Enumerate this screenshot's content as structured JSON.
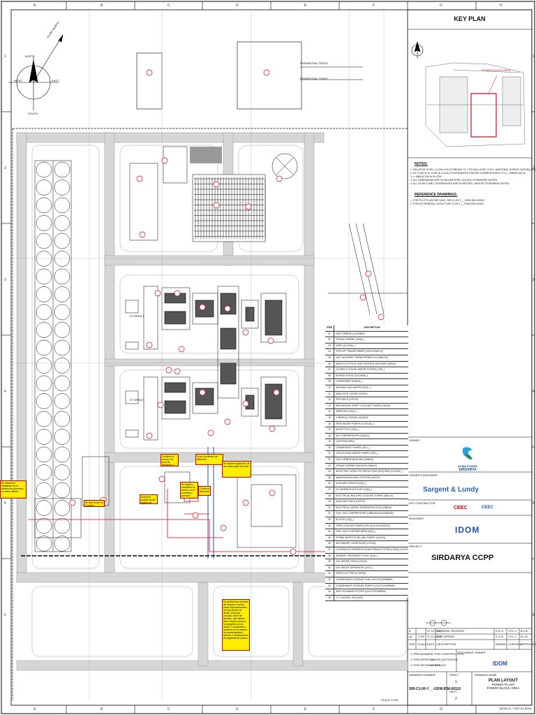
{
  "grid": {
    "columns": [
      "A",
      "B",
      "C",
      "D",
      "E",
      "F",
      "G",
      "H"
    ],
    "rows": [
      "1",
      "2",
      "3",
      "4",
      "5",
      "6"
    ]
  },
  "key_plan": {
    "title": "KEY PLAN",
    "highlight_label": "POWER BLOCK AREA"
  },
  "notes": {
    "title": "NOTES:",
    "items": [
      "1.   RELATIVE LEVEL ± 0.00m IS ACCORDING TO +372.90m LEVEL N.S.D. (NATIONAL SURVEY DATUM) (HOLD)",
      "2.   W= 0.000 ⊕ N= 0.000 ⊕ LOCAL COORDINATES CENTER CORRESPONDS TO X₀= 505815.400 ⊕",
      "      Y₀= 4488.62.250 ⊕ IN UTM.",
      "3.   ALL DIMENSIONS ARE IN MILLIMETERS, UNLESS OTHERWISE NOTED.",
      "4.   ALL LEVELS AND COORDINATES ARE IN METERS, UNLESS OTHERWISE NOTED."
    ],
    "ref_title": "REFERENCE DRAWINGS:",
    "refs": [
      "1.   FOR PLOT PLAN SEE DWG. SIR-C1-00-Y__-GDW-IDM-00100",
      "2.   FOR AS GENERAL LAYOUT SIR-C1-00-Y__-GDW-IDM-00410"
    ]
  },
  "legend": {
    "header_item": "ITEM",
    "header_desc": "DESCRIPTION",
    "rows": [
      [
        "01",
        "GAS TURBINE (11/12MBA)"
      ],
      [
        "02",
        "STEAM TURBINE (10MA_)"
      ],
      [
        "03",
        "HRSG (11/12HA_)"
      ],
      [
        "04",
        "STEP-UP TRANSFORMER (10/11/12BAT10)"
      ],
      [
        "05",
        "UNIT AUXILIARY TRANSFORMER (11/12BBT10)"
      ],
      [
        "06",
        "MAIN ELECTRICAL AND CONTROL BUILDING (UBA10)"
      ],
      [
        "07",
        "CLOSED COOLING WATER SYSTEM (UPA_)"
      ],
      [
        "08",
        "BYPASS STACK (11/12HNA_)"
      ],
      [
        "09",
        "CONDENSER (10MAG_)"
      ],
      [
        "10",
        "NATURAL GAS BUFFER (EKE_)"
      ],
      [
        "11",
        "MAIN GATE HOUSE (UYD10)"
      ],
      [
        "12",
        "PIPE RACK (UST10)"
      ],
      [
        "13",
        "MECHANICAL DRAFT COOLING TOWER (URA10)"
      ],
      [
        "14",
        "SAMPLING (UQU_)"
      ],
      [
        "15",
        "CHEMICAL DOSING (UQQ10)"
      ],
      [
        "16",
        "FEED WATER PUMPS (11/12LAA_)"
      ],
      [
        "17",
        "N2 BOTTLES (UQU_)"
      ],
      [
        "18",
        "AIR COMPRESSORS (UQQ20)"
      ],
      [
        "19",
        "LAYDOWN AREA"
      ],
      [
        "20",
        "CONDENSATE PUMPS (10LC_)"
      ],
      [
        "21",
        "CIRCULATING WATER PUMPS (UPA_)"
      ],
      [
        "22",
        "GAS TURBINE BUILDING (UMB10)"
      ],
      [
        "23",
        "STEAM TURBINE BUILDING (UMA10)"
      ],
      [
        "24",
        "SELECTIVE CATALYTIC REDUCTION (SCR) SKID (11/12HA_)"
      ],
      [
        "25",
        "AMMONIA BUILDING FOR SCR (UHG10)"
      ],
      [
        "26",
        "AUXILIARY BOILER (UQQ_)"
      ],
      [
        "27",
        "H2 GENERATION PLANT (UQQ_)"
      ],
      [
        "28",
        "ELECTRICAL BUILDING COOLING TOWER (UBG10)"
      ],
      [
        "29",
        "AUXILIARY RACK (UST20)"
      ],
      [
        "30",
        "ELECTRICAL DIESEL GENERATOR (TOO) (UBN10)"
      ],
      [
        "31",
        "FUEL GAS COMPRESSORS (UBB10/11/12/13/NEED)"
      ],
      [
        "32",
        "N2 SKID (UQQ_)"
      ],
      [
        "33",
        "OPEN COOLING PUMPS (UPC10/11/12/13/NEED)"
      ],
      [
        "34",
        "FUEL GAS FILTERING AREA (UQQ_)"
      ],
      [
        "35",
        "STORM WATER POND AND PUMPS (UGU20)"
      ],
      [
        "36",
        "SECONDARY GATEHOUSE (UYD20)"
      ],
      [
        "37",
        "CONTINUOUS EMISSION MONITORING SYSTEM (CEMS) (11/12HNE_)"
      ],
      [
        "38",
        "SEWAGE TREATMENT PLANT (UGU_)"
      ],
      [
        "39",
        "DAY WATER POND (UGU40)"
      ],
      [
        "40",
        "DAY WATER SEPARATOR (UGG_)"
      ],
      [
        "41",
        "HRSG ELECTRICAL ROOM"
      ],
      [
        "42",
        "CONDENSATE STORAGE TANK (10LCP10/20MB30)"
      ],
      [
        "43",
        "CONDENSATE STORAGE PUMPS (10LCP10/20MB30)"
      ],
      [
        "44",
        "SKID CLEANING FILTERS (10LCP10/20MB30)"
      ],
      [
        "45",
        "CT CONTROL PACKAGE"
      ]
    ]
  },
  "title_block": {
    "owner_label": "OWNER",
    "owner_name": "ACWA POWER",
    "owner_sub": "SIRDARYA",
    "engineer_label": "OWNER'S ENGINEER",
    "engineer_name": "Sargent & Lundy",
    "contractor_label": "EPC CONTRACTOR",
    "contractor_name_1": "CEEC",
    "contractor_name_2": "CEEC",
    "designer_label": "DESIGNER",
    "designer_name": "IDOM",
    "project_label": "PROJECT",
    "project_name": "SIRDARYA CCPP",
    "rev_rows": [
      [
        "A",
        "",
        "07-12-2022",
        "GENERAL REVISION",
        "S.O.O.",
        "J.P.L.L.",
        "B.L.B."
      ],
      [
        "A0",
        "1:750",
        "07-12-2022",
        "FOR DESIGN",
        "S.O.O.",
        "J.P.L.L.",
        "B.L.B."
      ]
    ],
    "rev_headers": [
      "SIZE",
      "SCALE",
      "DATE",
      "DESCRIPTION",
      "DRAWN",
      "CHECKED",
      "APPROVED"
    ],
    "status_items": [
      "PRELIMINARY",
      "FOR APPROVAL",
      "FOR INFORMATION",
      "FOR CONSTRUCTION",
      "FOR QUOTATION",
      "AS BUILT"
    ],
    "document_owner_label": "DOCUMENT OWNER",
    "drawing_number_label": "DRAWING NUMBER",
    "drawing_number": "SIR-C1-00-Y__-GDW-IDM-00110",
    "sheet_label": "SHEET",
    "sheet_value": "1",
    "next_label": "NEXT",
    "next_value": "2",
    "drawing_name_label": "DRAWING NAME",
    "title_1": "PLAN LAYOUT",
    "title_2": "POWER PLANT",
    "title_3": "POWER BLOCK AREA",
    "scale_note": "SCALE 1:750",
    "format_note": "DIN A1 / SIZE A0 (DIN)"
  },
  "site_labels": {
    "perimetral_fence_1": "PERIMETRAL FENCE",
    "perimetral_fence_2": "PERIMETRAL FENCE",
    "north": "NORTH",
    "south": "SOUTH",
    "west": "WEST",
    "east": "EAST",
    "plant_north": "PLANT NORTH",
    "gt_area_1": "GT AREA 1",
    "gt_area_2": "GT AREA 2"
  },
  "callouts": {
    "c1": "Se requiere la instalación de un sistema de pararrayos en estos edificios",
    "c2": "Zona a confirmar con fabricante",
    "c3": "Se requiere instalación de tubería, con 3 cruzados y conexión",
    "c4": "Se requiere separación de las zonas según la norma",
    "c5": "Confirmar el acceso a la zona de ventilación y cruce de tubería",
    "c6": "Confirmar fabricante",
    "c7": "Ubicación provisional del sistema de almacenamiento",
    "c8": "Se debe incluir en el diseño",
    "c9": "Se solicita tener presente del trazado el acceso existe implementándola de esta deberá ser llevado al acceso principal, frente del almacén, esta deberá tener ubicado acceso y la topografía con los cierres. La superficie y conexión con el sistema de almacenamiento eléctrico e infraestructura de seguridad del acceso."
  },
  "colors": {
    "line": "#222222",
    "road": "#cfcfcf",
    "red": "#e0001a",
    "yellow": "#ffee00",
    "blue": "#1f4fa3"
  }
}
